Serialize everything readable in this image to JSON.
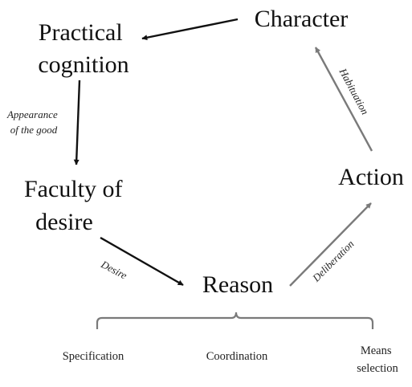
{
  "nodes": {
    "character": "Character",
    "practical_cognition": [
      "Practical",
      "cognition"
    ],
    "faculty_of_desire": [
      "Faculty of",
      "desire"
    ],
    "reason": "Reason",
    "action": "Action"
  },
  "edges": {
    "appearance_of_the_good": [
      "Appearance",
      "of the good"
    ],
    "desire": "Desire",
    "deliberation": "Deliberation",
    "habituation": "Habituation"
  },
  "components": {
    "specification": "Specification",
    "coordination": "Coordination",
    "means_selection": [
      "Means",
      "selection"
    ]
  },
  "colors": {
    "black_arrow": "#111111",
    "gray_arrow": "#7a7a7a"
  }
}
